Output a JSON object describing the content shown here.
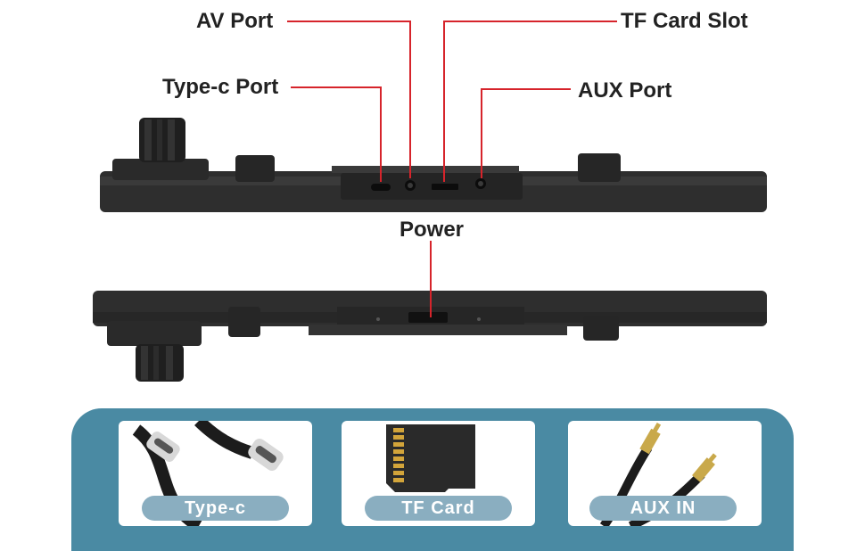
{
  "callouts": {
    "av_port": "AV Port",
    "tf_card_slot": "TF Card Slot",
    "type_c_port": "Type-c Port",
    "aux_port": "AUX Port",
    "power": "Power"
  },
  "accessories": [
    {
      "label": "Type-c"
    },
    {
      "label": "TF Card"
    },
    {
      "label": "AUX IN"
    }
  ],
  "colors": {
    "callout_line": "#d6242b",
    "panel": "#4a8aa3",
    "pill": "#8aaec0",
    "device_body": "#2b2b2b"
  },
  "icons": [
    "usb-c-cable-icon",
    "tf-card-icon",
    "aux-cable-icon"
  ]
}
